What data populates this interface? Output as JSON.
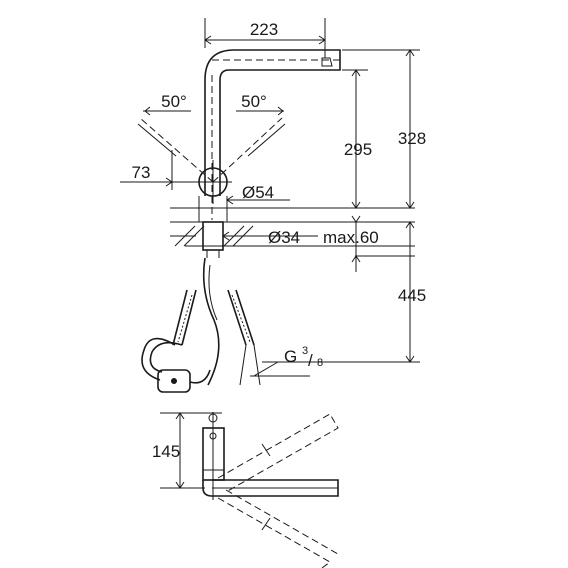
{
  "dimensions": {
    "spout_reach": "223",
    "swivel_left": "50°",
    "swivel_right": "50°",
    "spout_height": "295",
    "total_height": "328",
    "offset": "73",
    "body_diameter": "Ø54",
    "hole_diameter": "Ø34",
    "max_thickness": "max.60",
    "below_counter": "445",
    "thread_base": "G",
    "thread_num": "3",
    "thread_den": "8",
    "plan_dim": "145"
  }
}
